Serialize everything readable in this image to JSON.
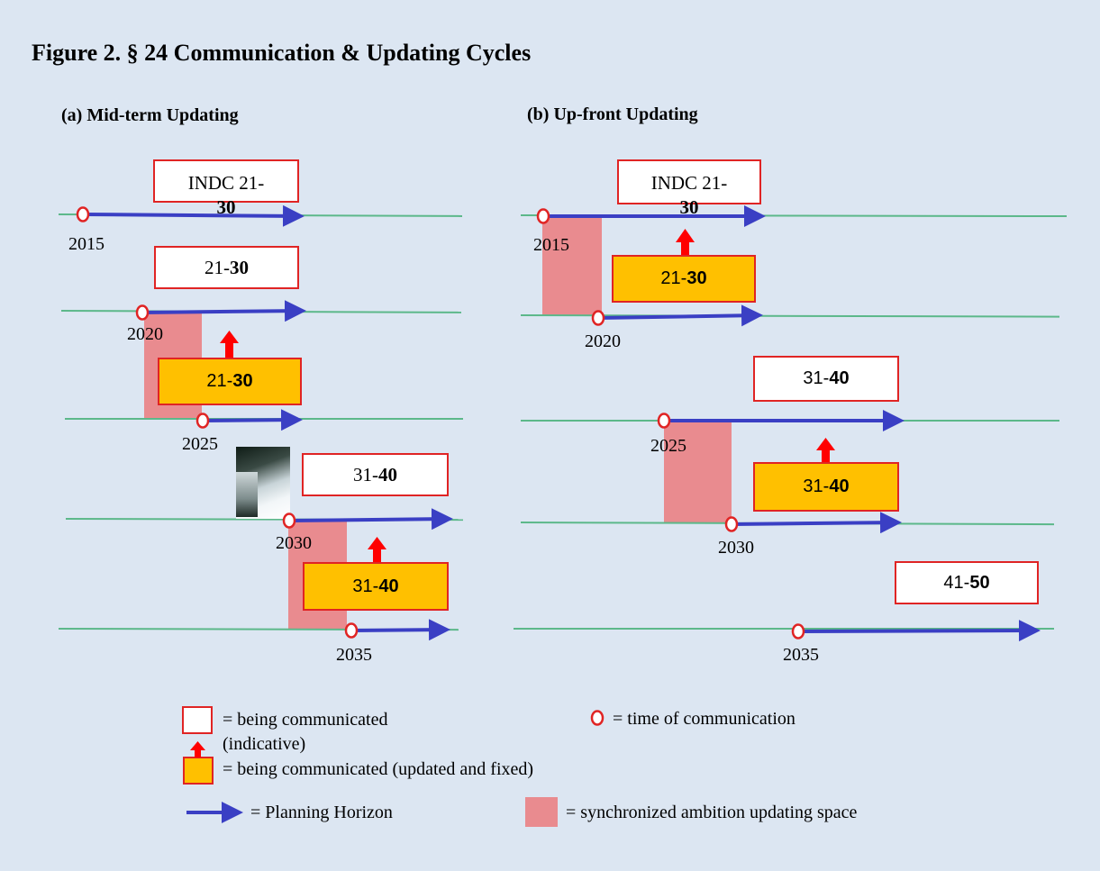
{
  "title": "Figure 2. § 24 Communication & Updating Cycles",
  "panel_a": {
    "subtitle": "(a) Mid-term Updating",
    "years": [
      "2015",
      "2020",
      "2025",
      "2030",
      "2035"
    ],
    "boxes": {
      "indc_prefix": "INDC 21-",
      "indc_suffix": "30",
      "b1_pre": "21-",
      "b1_bold": "30",
      "g1_pre": "21-",
      "g1_bold": "30",
      "b2_pre": "31-",
      "b2_bold": "40",
      "g2_pre": "31-",
      "g2_bold": "40"
    }
  },
  "panel_b": {
    "subtitle": "(b) Up-front Updating",
    "years": [
      "2015",
      "2020",
      "2025",
      "2030",
      "2035"
    ],
    "boxes": {
      "indc_prefix": "INDC 21-",
      "indc_suffix": "30",
      "g1_pre": "21-",
      "g1_bold": "30",
      "b1_pre": "31-",
      "b1_bold": "40",
      "g2_pre": "31-",
      "g2_bold": "40",
      "b2_pre": "41-",
      "b2_bold": "50"
    }
  },
  "legend": {
    "communicated_line1": "= being communicated",
    "communicated_line2": "(indicative)",
    "time_of_communication": "= time of communication",
    "updated_fixed": "= being communicated (updated and fixed)",
    "planning_horizon": "= Planning Horizon",
    "sync_space": "= synchronized ambition updating space"
  },
  "colors": {
    "background": "#dce6f2",
    "timeline": "#5cb88a",
    "arrow": "#3a3fc4",
    "box_border": "#e02424",
    "updated_fill": "#ffc000",
    "shade": "#e98b8f",
    "up_arrow": "#ff0000"
  }
}
